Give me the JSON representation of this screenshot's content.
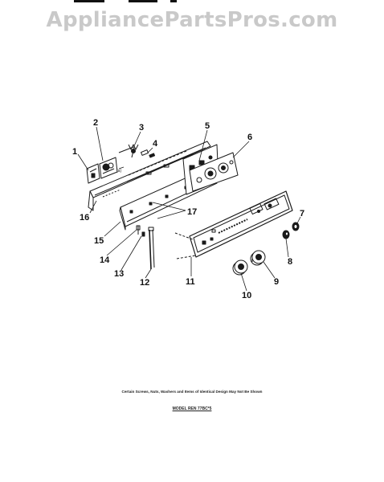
{
  "watermark": "AppliancePartsPros.com",
  "callouts": [
    {
      "id": "1",
      "label": "1"
    },
    {
      "id": "2",
      "label": "2"
    },
    {
      "id": "3",
      "label": "3"
    },
    {
      "id": "4",
      "label": "4"
    },
    {
      "id": "5",
      "label": "5"
    },
    {
      "id": "6",
      "label": "6"
    },
    {
      "id": "7",
      "label": "7"
    },
    {
      "id": "8",
      "label": "8"
    },
    {
      "id": "9",
      "label": "9"
    },
    {
      "id": "10",
      "label": "10"
    },
    {
      "id": "11",
      "label": "11"
    },
    {
      "id": "12",
      "label": "12"
    },
    {
      "id": "13",
      "label": "13"
    },
    {
      "id": "14",
      "label": "14"
    },
    {
      "id": "15",
      "label": "15"
    },
    {
      "id": "16",
      "label": "16"
    },
    {
      "id": "17",
      "label": "17"
    }
  ],
  "footer": {
    "note": "Certain Screws, Nuts, Washers and Items of Identical Design May Not Be Shown",
    "model": "MODEL REN 77BC*5"
  }
}
